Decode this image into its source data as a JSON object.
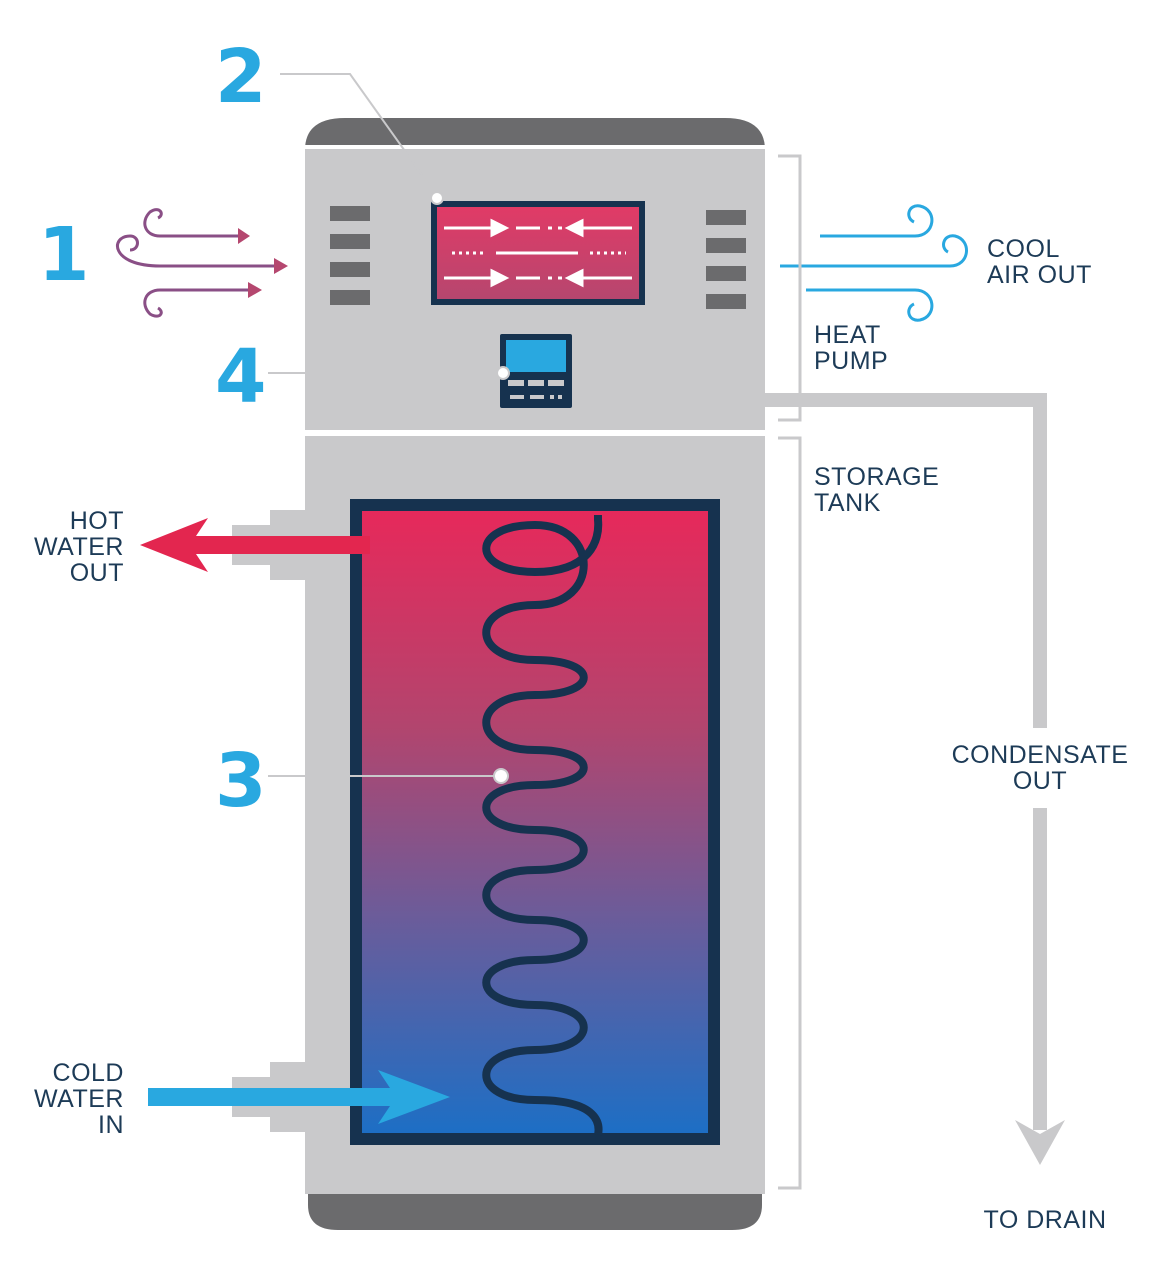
{
  "callouts": {
    "one": "1",
    "two": "2",
    "three": "3",
    "four": "4"
  },
  "labels": {
    "cool_air_out": [
      "COOL",
      "AIR OUT"
    ],
    "heat_pump": [
      "HEAT",
      "PUMP"
    ],
    "storage_tank": [
      "STORAGE",
      "TANK"
    ],
    "hot_water_out": [
      "HOT",
      "WATER",
      "OUT"
    ],
    "cold_water_in": [
      "COLD",
      "WATER",
      "IN"
    ],
    "condensate_out": [
      "CONDENSATE",
      "OUT"
    ],
    "to_drain": "TO DRAIN"
  },
  "colors": {
    "body_gray": "#c9c9cb",
    "cap_dark": "#6b6b6d",
    "outline_navy": "#16324f",
    "hot_red": "#e3264f",
    "cold_blue": "#29a8e0",
    "warm_purple": "#8a4f86",
    "callout_blue": "#29a8e0"
  },
  "icons": [
    "warm-air-in-icon",
    "cool-air-out-icon",
    "control-panel-icon",
    "heat-exchanger-icon",
    "coil-icon",
    "drain-arrow-icon"
  ]
}
